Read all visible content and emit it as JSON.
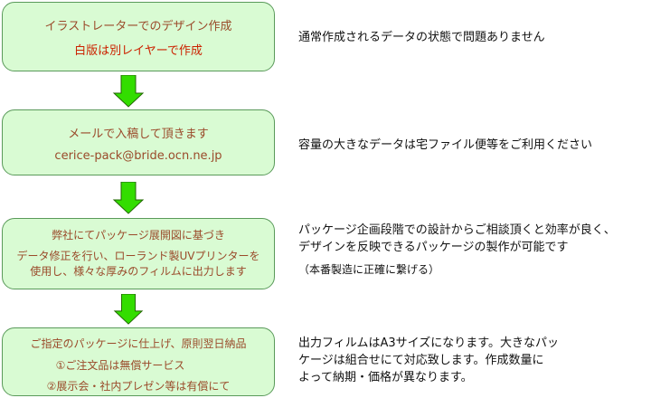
{
  "steps": [
    {
      "lines": [
        "イラストレーターでのデザイン作成",
        "白版は別レイヤーで作成"
      ],
      "note": [
        "通常作成されるデータの状態で問題ありません"
      ]
    },
    {
      "lines": [
        "メールで入稿して頂きます",
        "cerice-pack@bride.ocn.ne.jp"
      ],
      "note": [
        "容量の大きなデータは宅ファイル便等をご利用ください"
      ]
    },
    {
      "lines": [
        "弊社にてパッケージ展開図に基づき",
        "データ修正を行い、ローランド製UVプリンターを",
        "使用し、様々な厚みのフィルムに出力します"
      ],
      "note": [
        "パッケージ企画段階での設計からご相談頂くと効率が良く、",
        "デザインを反映できるパッケージの製作が可能です",
        "（本番製造に正確に繋げる）"
      ]
    },
    {
      "lines": [
        "ご指定のパッケージに仕上げ、原則翌日納品",
        "①ご注文品は無償サービス",
        "②展示会・社内プレゼン等は有償にて"
      ],
      "note": [
        "出力フィルムはA3サイズになります。大きなパッ",
        "ケージは組合せにて対応致します。作成数量に",
        "よって納期・価格が異なります。"
      ]
    }
  ],
  "colors": {
    "box": "#d9fbd3",
    "text": "#9a4a2a",
    "highlight": "#cc2200",
    "arrow": "#33dd00"
  }
}
